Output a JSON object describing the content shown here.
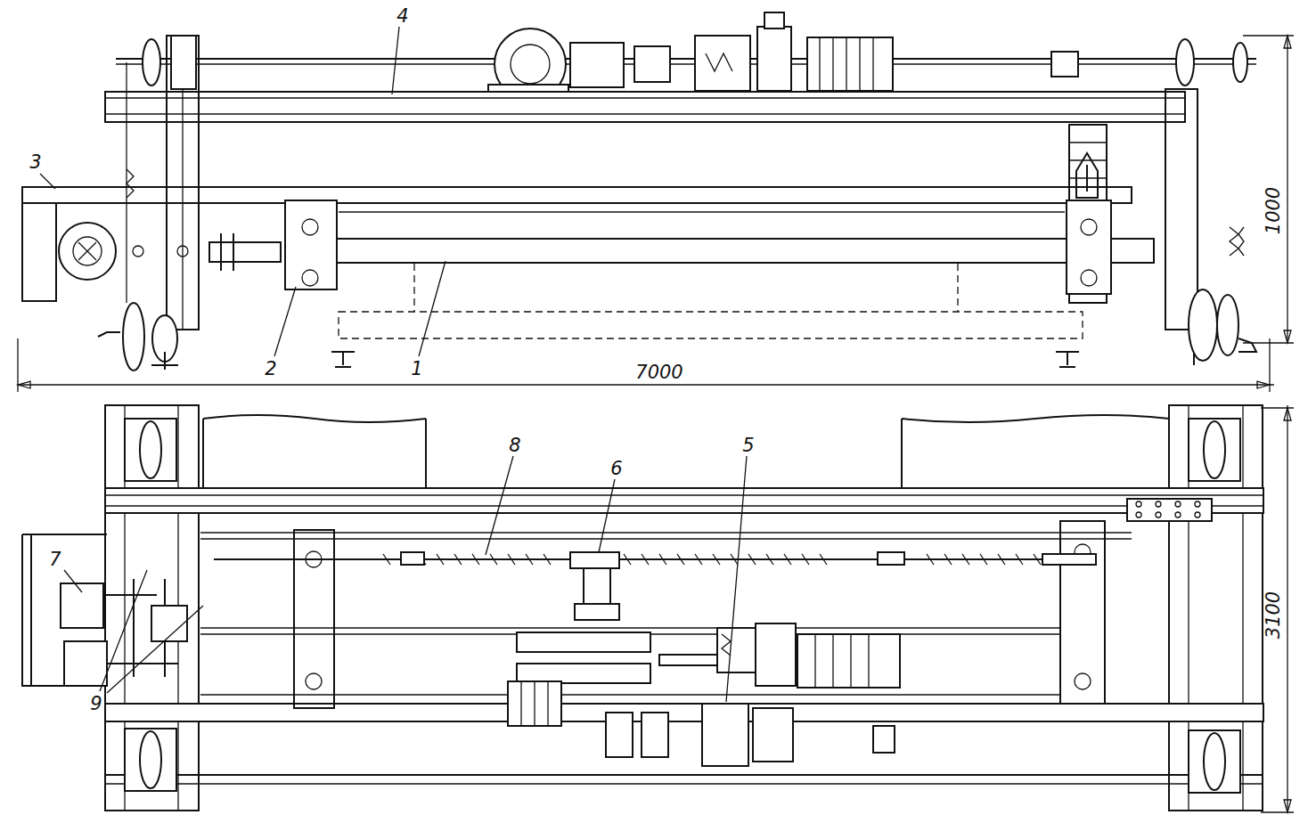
{
  "diagram": {
    "labels": [
      "4",
      "3",
      "2",
      "1",
      "7000",
      "1000",
      "8",
      "6",
      "5",
      "7",
      "9",
      "3100"
    ]
  }
}
